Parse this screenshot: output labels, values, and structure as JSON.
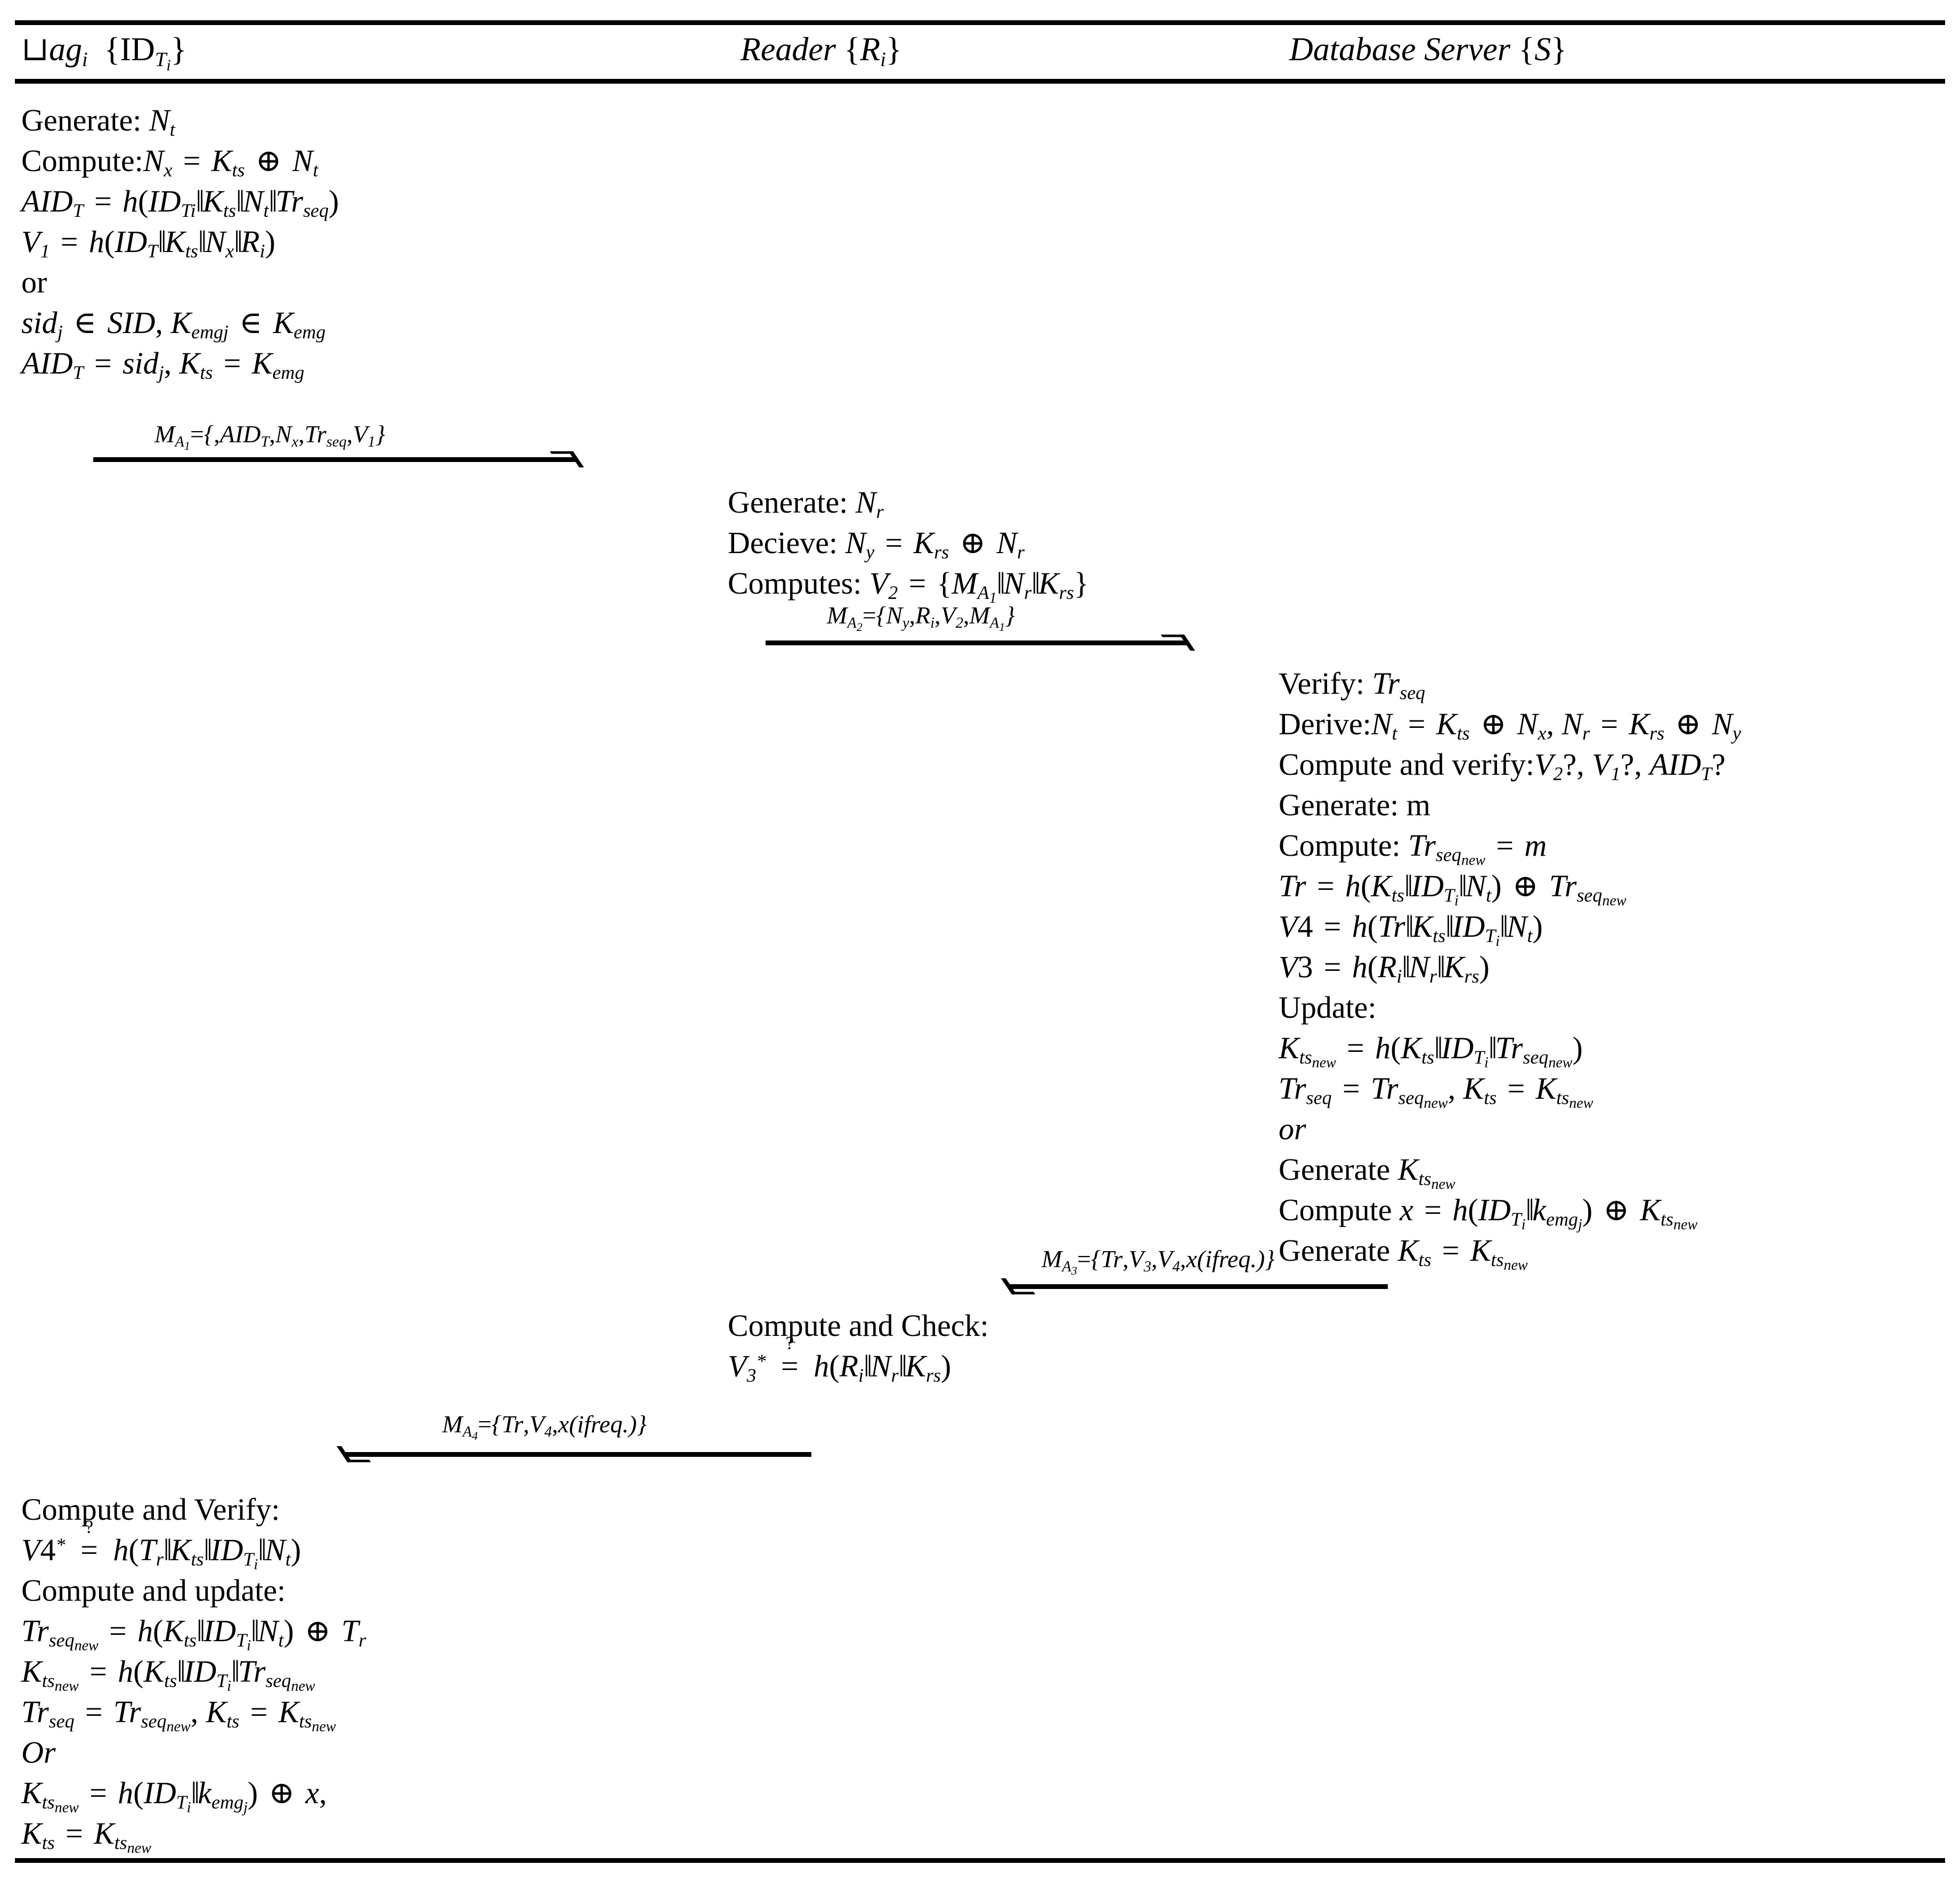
{
  "figure": {
    "type": "protocol-sequence-diagram",
    "title": "RFID mutual authentication protocol message flow"
  },
  "columns": [
    {
      "id": "tag",
      "label_plain": "⊔ag_i {ID_Ti}",
      "name": "tag-column-header"
    },
    {
      "id": "reader",
      "label_plain": "Reader {R_i}",
      "name": "reader-column-header"
    },
    {
      "id": "server",
      "label_plain": "Database Server {S}",
      "name": "server-column-header"
    }
  ],
  "tag_block_1": {
    "lines": [
      "Generate: N_t",
      "Compute:N_x = K_ts ⊕ N_t",
      "AID_T = h(ID_Ti || K_ts || N_t || Tr_seq)",
      "V_1 = h(ID_T || K_ts || N_x || R_i)",
      "or",
      "sid_j ∈ SID, K_emgj ∈ K_emg",
      "AID_T = sid_j, K_ts = K_emg"
    ]
  },
  "reader_block_1": {
    "lines": [
      "Generate: N_r",
      "Decieve: N_y = K_rs ⊕ N_r",
      "Computes: V_2 = {M_A1 || N_r || K_rs}"
    ]
  },
  "server_block": {
    "lines": [
      "Verify: Tr_seq",
      "Derive:N_t = K_ts ⊕ N_x, N_r = K_rs ⊕ N_y",
      "Compute and verify:V_2?, V_1?, AID_T?",
      "Generate: m",
      "Compute: Tr_seq_new = m",
      "Tr = h(K_ts || ID_Ti || N_t) ⊕ Tr_seq_new",
      "V4 = h(Tr || K_ts || ID_Ti || N_t)",
      "V3 = h(R_i || N_r || K_rs)",
      "Update:",
      "K_ts_new = h(K_ts || ID_Ti || Tr_seq_new)",
      "Tr_seq = Tr_seq_new, K_ts = K_ts_new",
      "or",
      "Generate K_ts_new",
      "Compute x = h(ID_Ti || k_emgj) ⊕ K_ts_new",
      "Generate K_ts = K_ts_new"
    ]
  },
  "reader_block_2": {
    "lines": [
      "Compute and Check:",
      "V_3* ?= h(R_i || N_r || K_rs)"
    ]
  },
  "tag_block_2": {
    "lines": [
      "Compute and Verify:",
      "V4* ?= h(T_r || K_ts || ID_Ti || N_t)",
      "Compute and update:",
      "Tr_seq_new = h(K_ts || ID_Ti || N_t) ⊕ T_r",
      "K_ts_new = h(K_ts || ID_Ti || Tr_seq_new",
      "Tr_seq = Tr_seq_new, K_ts = K_ts_new",
      "Or",
      "K_ts_new = h(ID_Ti || k_emgj) ⊕ x,",
      "K_ts = K_ts_new"
    ]
  },
  "messages": [
    {
      "id": "MA1",
      "label_plain": "M_A1={,AID_T,N_x,Tr_seq,V_1}",
      "direction": "right",
      "from": "tag",
      "to": "reader"
    },
    {
      "id": "MA2",
      "label_plain": "M_A2={N_y,R_i,V_2,M_A1}",
      "direction": "right",
      "from": "reader",
      "to": "server"
    },
    {
      "id": "MA3",
      "label_plain": "M_A3={Tr,V_3,V_4,x(ifreq.)}",
      "direction": "left",
      "from": "server",
      "to": "reader"
    },
    {
      "id": "MA4",
      "label_plain": "M_A4={Tr,V_4,x(ifreq.)}",
      "direction": "left",
      "from": "reader",
      "to": "tag"
    }
  ],
  "colors": {
    "ink": "#000000",
    "paper": "#ffffff"
  }
}
